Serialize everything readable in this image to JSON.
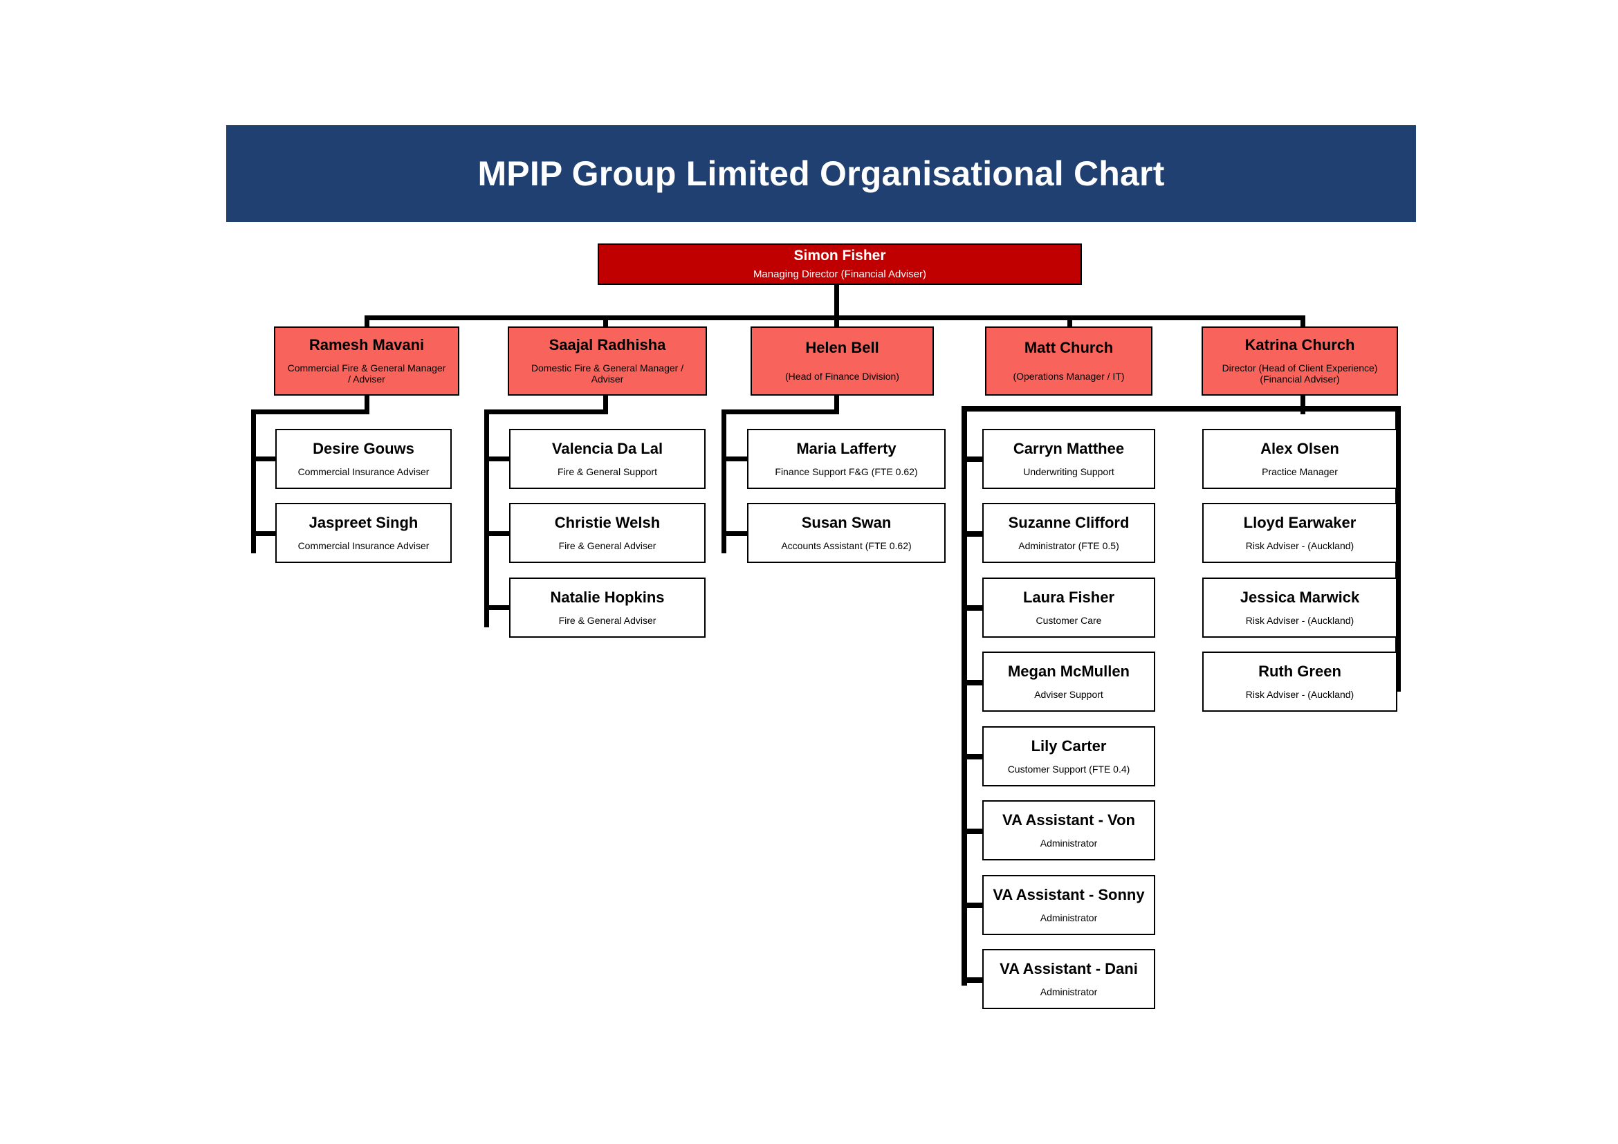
{
  "title": "MPIP Group Limited Organisational Chart",
  "colors": {
    "banner": "#1F4070",
    "root_box": "#C00000",
    "manager_box": "#F8635C",
    "staff_box": "#FFFFFF",
    "line": "#000000",
    "banner_text": "#FFFFFF"
  },
  "chart_data": {
    "type": "org-chart",
    "title": "MPIP Group Limited Organisational Chart",
    "root": {
      "name": "Simon Fisher",
      "role": "Managing Director (Financial Adviser)"
    },
    "branches": [
      {
        "manager": {
          "name": "Ramesh Mavani",
          "role": "Commercial Fire & General Manager / Adviser"
        },
        "reports": [
          {
            "name": "Desire Gouws",
            "role": "Commercial Insurance Adviser"
          },
          {
            "name": "Jaspreet Singh",
            "role": "Commercial Insurance Adviser"
          }
        ]
      },
      {
        "manager": {
          "name": "Saajal Radhisha",
          "role": "Domestic Fire & General Manager / Adviser"
        },
        "reports": [
          {
            "name": "Valencia Da Lal",
            "role": "Fire & General Support"
          },
          {
            "name": "Christie Welsh",
            "role": "Fire & General Adviser"
          },
          {
            "name": "Natalie Hopkins",
            "role": "Fire & General Adviser"
          }
        ]
      },
      {
        "manager": {
          "name": "Helen Bell",
          "role": "(Head of Finance Division)"
        },
        "reports": [
          {
            "name": "Maria Lafferty",
            "role": "Finance Support F&G (FTE 0.62)"
          },
          {
            "name": "Susan Swan",
            "role": "Accounts Assistant (FTE 0.62)"
          }
        ]
      },
      {
        "manager": {
          "name": "Matt Church",
          "role": "(Operations Manager / IT)"
        },
        "reports": [
          {
            "name": "Carryn Matthee",
            "role": "Underwriting Support"
          },
          {
            "name": "Suzanne Clifford",
            "role": "Administrator (FTE 0.5)"
          },
          {
            "name": "Laura Fisher",
            "role": "Customer Care"
          },
          {
            "name": "Megan McMullen",
            "role": "Adviser Support"
          },
          {
            "name": "Lily Carter",
            "role": "Customer Support (FTE 0.4)"
          },
          {
            "name": "VA Assistant - Von",
            "role": "Administrator"
          },
          {
            "name": "VA Assistant - Sonny",
            "role": "Administrator"
          },
          {
            "name": "VA Assistant - Dani",
            "role": "Administrator"
          }
        ]
      },
      {
        "manager": {
          "name": "Katrina Church",
          "role": "Director (Head of Client Experience) (Financial Adviser)"
        },
        "reports": [
          {
            "name": "Alex Olsen",
            "role": "Practice Manager"
          },
          {
            "name": "Lloyd Earwaker",
            "role": "Risk Adviser - (Auckland)"
          },
          {
            "name": "Jessica Marwick",
            "role": "Risk Adviser - (Auckland)"
          },
          {
            "name": "Ruth Green",
            "role": "Risk Adviser - (Auckland)"
          }
        ]
      }
    ]
  },
  "nodes": {
    "root": {
      "name": "Simon Fisher",
      "role": "Managing Director (Financial Adviser)"
    },
    "m1": {
      "name": "Ramesh Mavani",
      "role1": "Commercial Fire & General Manager",
      "role2": "/ Adviser"
    },
    "m2": {
      "name": "Saajal Radhisha",
      "role1": "Domestic Fire & General Manager /",
      "role2": "Adviser"
    },
    "m3": {
      "name": "Helen Bell",
      "role1": "(Head of Finance Division)"
    },
    "m4": {
      "name": "Matt Church",
      "role1": "(Operations Manager / IT)"
    },
    "m5": {
      "name": "Katrina Church",
      "role1": "Director (Head of Client Experience)",
      "role2": "(Financial Adviser)"
    },
    "c1_1": {
      "name": "Desire Gouws",
      "role": "Commercial Insurance Adviser"
    },
    "c1_2": {
      "name": "Jaspreet Singh",
      "role": "Commercial Insurance Adviser"
    },
    "c2_1": {
      "name": "Valencia Da Lal",
      "role": "Fire & General Support"
    },
    "c2_2": {
      "name": "Christie Welsh",
      "role": "Fire & General Adviser"
    },
    "c2_3": {
      "name": "Natalie Hopkins",
      "role": "Fire & General Adviser"
    },
    "c3_1": {
      "name": "Maria Lafferty",
      "role": "Finance Support F&G (FTE 0.62)"
    },
    "c3_2": {
      "name": "Susan Swan",
      "role": "Accounts Assistant (FTE 0.62)"
    },
    "c4_1": {
      "name": "Carryn Matthee",
      "role": "Underwriting Support"
    },
    "c4_2": {
      "name": "Suzanne Clifford",
      "role": "Administrator (FTE 0.5)"
    },
    "c4_3": {
      "name": "Laura Fisher",
      "role": "Customer Care"
    },
    "c4_4": {
      "name": "Megan McMullen",
      "role": "Adviser Support"
    },
    "c4_5": {
      "name": "Lily Carter",
      "role": "Customer Support (FTE 0.4)"
    },
    "c4_6": {
      "name": "VA Assistant - Von",
      "role": "Administrator"
    },
    "c4_7": {
      "name": "VA Assistant - Sonny",
      "role": "Administrator"
    },
    "c4_8": {
      "name": "VA Assistant - Dani",
      "role": "Administrator"
    },
    "c5_1": {
      "name": "Alex Olsen",
      "role": "Practice Manager"
    },
    "c5_2": {
      "name": "Lloyd Earwaker",
      "role": "Risk Adviser - (Auckland)"
    },
    "c5_3": {
      "name": "Jessica Marwick",
      "role": "Risk Adviser - (Auckland)"
    },
    "c5_4": {
      "name": "Ruth Green",
      "role": "Risk Adviser - (Auckland)"
    }
  }
}
